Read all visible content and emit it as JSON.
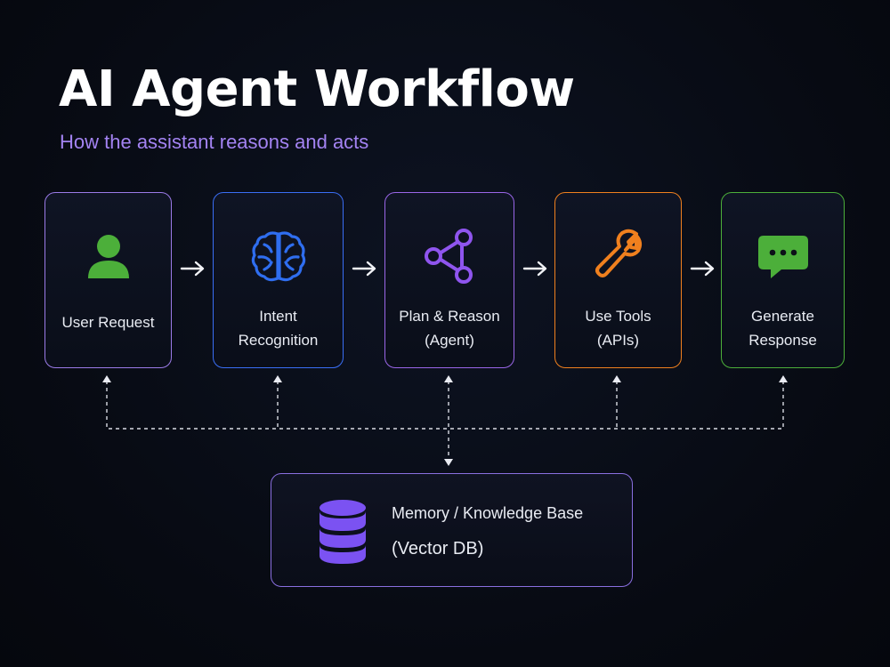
{
  "title": "AI Agent Workflow",
  "subtitle": "How the assistant reasons and acts",
  "steps": [
    {
      "line1": "User Request",
      "line2": "",
      "icon": "user-icon",
      "color": "#4caf3a"
    },
    {
      "line1": "Intent",
      "line2": "Recognition",
      "icon": "brain-icon",
      "color": "#2f6ef0"
    },
    {
      "line1": "Plan & Reason",
      "line2": "(Agent)",
      "icon": "share-nodes-icon",
      "color": "#8f55ee"
    },
    {
      "line1": "Use Tools",
      "line2": "(APIs)",
      "icon": "wrench-icon",
      "color": "#f0801e"
    },
    {
      "line1": "Generate",
      "line2": "Response",
      "icon": "chat-bubble-icon",
      "color": "#4caf3a"
    }
  ],
  "memory": {
    "line1": "Memory / Knowledge Base",
    "line2": "(Vector DB)",
    "icon": "database-icon",
    "color": "#7b52f2"
  }
}
